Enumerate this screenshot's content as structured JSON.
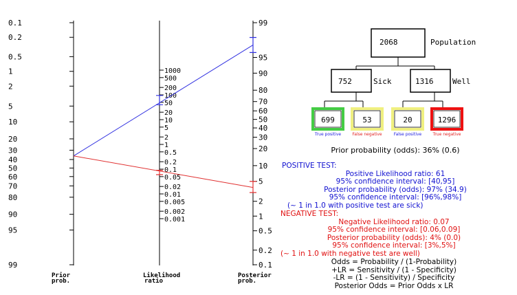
{
  "nomogram": {
    "left_axis": {
      "labels": [
        "0.1",
        "0.2",
        "0.5",
        "1",
        "2",
        "5",
        "10",
        "20",
        "30",
        "40",
        "50",
        "60",
        "70",
        "80",
        "90",
        "95",
        "99"
      ],
      "title": [
        "Prior",
        "prob."
      ]
    },
    "middle_axis": {
      "labels": [
        "1000",
        "500",
        "200",
        "100",
        "50",
        "20",
        "10",
        "5",
        "2",
        "1",
        "0.5",
        "0.2",
        "0.1",
        "0.05",
        "0.02",
        "0.01",
        "0.005",
        "0.002",
        "0.001"
      ],
      "title": [
        "Likelihood",
        "ratio"
      ]
    },
    "right_axis": {
      "labels": [
        "99",
        "95",
        "90",
        "80",
        "70",
        "60",
        "50",
        "40",
        "30",
        "20",
        "10",
        "5",
        "2",
        "1",
        "0.5",
        "0.2",
        "0.1"
      ],
      "title": [
        "Posterior",
        "prob."
      ]
    },
    "prior_percent": 36,
    "positive": {
      "lr": 61,
      "lr_ci": [
        40,
        95
      ],
      "posterior_percent": 97,
      "posterior_ci": [
        96,
        98
      ],
      "color": "#3030e0"
    },
    "negative": {
      "lr": 0.07,
      "lr_ci": [
        0.06,
        0.09
      ],
      "posterior_percent": 4,
      "posterior_ci": [
        3,
        5
      ],
      "color": "#e03030"
    }
  },
  "tree": {
    "root": {
      "value": "2068",
      "label": "Population"
    },
    "sick": {
      "value": "752",
      "label": "Sick"
    },
    "well": {
      "value": "1316",
      "label": "Well"
    },
    "leaves": [
      {
        "value": "699",
        "caption": "True positive",
        "border": "#44cc44",
        "caption_color": "#2020e0"
      },
      {
        "value": "53",
        "caption": "False negative",
        "border": "#f0f080",
        "caption_color": "#e02020"
      },
      {
        "value": "20",
        "caption": "False positive",
        "border": "#f0f080",
        "caption_color": "#2020e0"
      },
      {
        "value": "1296",
        "caption": "True negative",
        "border": "#ee1111",
        "caption_color": "#e02020"
      }
    ]
  },
  "prior_text": "Prior probability (odds): 36% (0.6)",
  "positive_test": {
    "header": "POSITIVE TEST:",
    "lines": [
      "Positive Likelihood ratio: 61",
      "95% confidence interval: [40,95]",
      "Posterior probability (odds): 97% (34.9)",
      "95% confidence interval: [96%,98%]",
      "(~ 1 in 1.0 with positive test are sick)"
    ]
  },
  "negative_test": {
    "header": "NEGATIVE TEST:",
    "lines": [
      "Negative Likelihood ratio: 0.07",
      "95% confidence interval: [0.06,0.09]",
      "Posterior probability (odds): 4% (0.0)",
      "95% confidence interval: [3%,5%]",
      "(~ 1 in 1.0 with negative test are well)"
    ]
  },
  "formulas": [
    "Odds = Probability / (1-Probability)",
    "+LR = Sensitivity / (1 - Specificity)",
    "-LR = (1 - Sensitivity) / Specificity",
    "Posterior Odds = Prior Odds x LR"
  ]
}
